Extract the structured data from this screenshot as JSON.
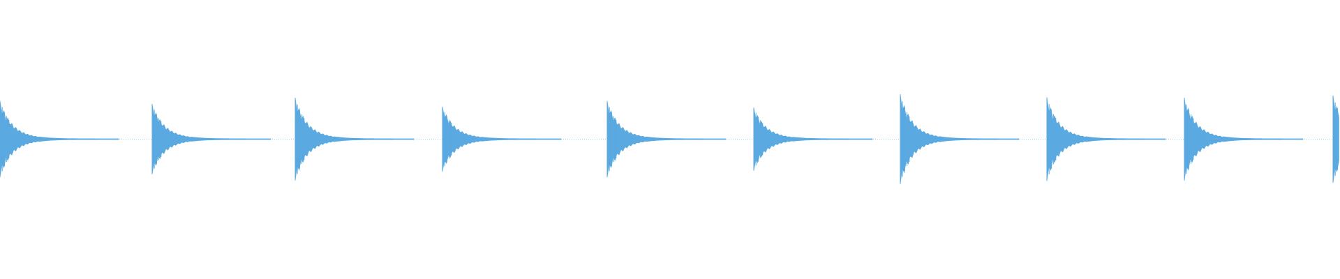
{
  "waveform": {
    "color": "#5aa9e0",
    "background": "#ffffff",
    "peaks": [
      {
        "amplitude": 0.85
      },
      {
        "amplitude": 0.78
      },
      {
        "amplitude": 0.92
      },
      {
        "amplitude": 0.72
      },
      {
        "amplitude": 0.85
      },
      {
        "amplitude": 0.7
      },
      {
        "amplitude": 1.0
      },
      {
        "amplitude": 0.93
      },
      {
        "amplitude": 0.92
      },
      {
        "amplitude": 0.97
      }
    ]
  }
}
